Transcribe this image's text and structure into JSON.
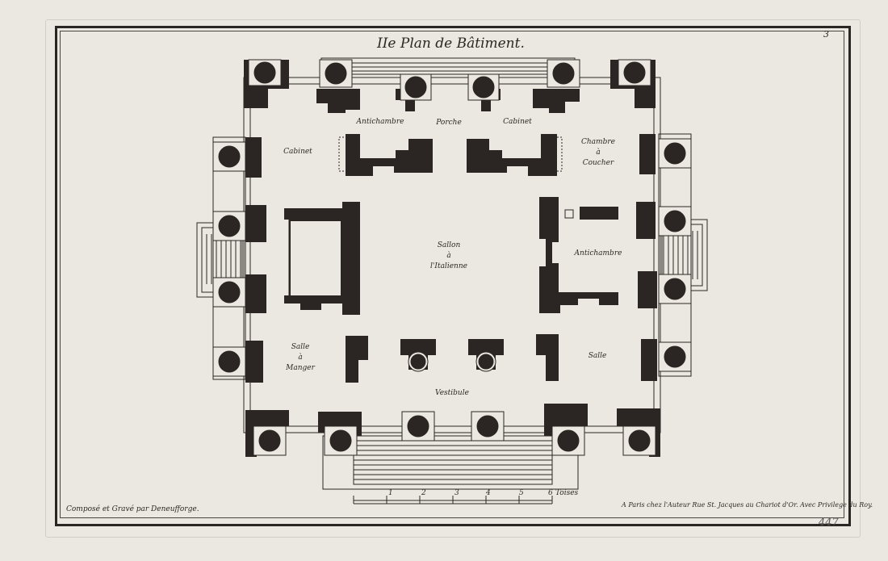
{
  "title": "IIe Plan de Bâtiment.",
  "plate_number": "3",
  "rooms": {
    "antichambre_top": "Antichambre",
    "porche": "Porche",
    "cabinet_top": "Cabinet",
    "cabinet_left": "Cabinet",
    "chambre": [
      "Chambre",
      "à",
      "Coucher"
    ],
    "salon": [
      "Sallon",
      "à",
      "l'Italienne"
    ],
    "antichambre_right": "Antichambre",
    "salle_manger": [
      "Salle",
      "à",
      "Manger"
    ],
    "salle": "Salle",
    "vestibule": "Vestibule"
  },
  "scale": {
    "ticks": [
      "1",
      "2",
      "3",
      "4",
      "5",
      "6"
    ],
    "unit": "Toises"
  },
  "credit_left": "Composé et Gravé par Deneufforge.",
  "credit_right": "A Paris chez l'Auteur Rue St. Jacques au Chariot d'Or. Avec Privilege du Roy.",
  "catalog_number": "447",
  "colors": {
    "ink": "#2b2623",
    "paper": "#ebe8e1"
  }
}
